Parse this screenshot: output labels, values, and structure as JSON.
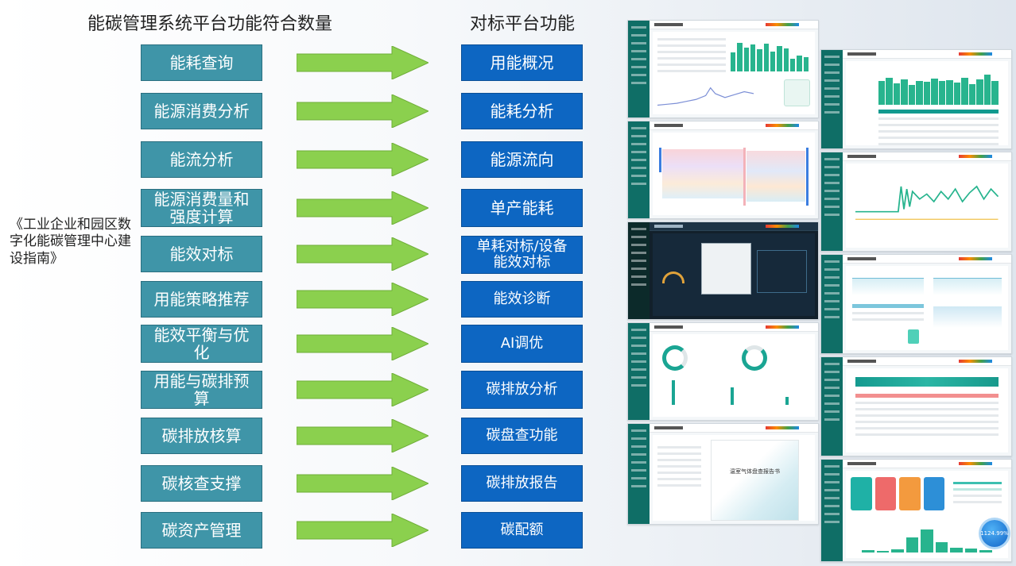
{
  "headers": {
    "left_title": "能碳管理系统平台功能符合数量",
    "right_title": "对标平台功能"
  },
  "side_label": "《工业企业和园区数字化能碳管理中心建设指南》",
  "rows": [
    {
      "left": "能耗查询",
      "right": "用能概况"
    },
    {
      "left": "能源消费分析",
      "right": "能耗分析"
    },
    {
      "left": "能流分析",
      "right": "能源流向"
    },
    {
      "left": "能源消费量和强度计算",
      "right": "单产能耗"
    },
    {
      "left": "能效对标",
      "right": "单耗对标/设备能效对标"
    },
    {
      "left": "用能策略推荐",
      "right": "能效诊断"
    },
    {
      "left": "能效平衡与优化",
      "right": "AI调优"
    },
    {
      "left": "用能与碳排预算",
      "right": "碳排放分析"
    },
    {
      "left": "碳排放核算",
      "right": "碳盘查功能"
    },
    {
      "left": "碳核查支撑",
      "right": "碳排放报告"
    },
    {
      "left": "碳资产管理",
      "right": "碳配额"
    }
  ],
  "colors": {
    "left_box": "#3f95a8",
    "right_box": "#0d66c2",
    "arrow": "#8bd04e",
    "platform_sidebar": "#0f6e66",
    "platform_accent": "#28b48e"
  },
  "screenshot_panels": {
    "report_title": "温室气体盘查报告书",
    "badge_value": "1124.99%"
  }
}
